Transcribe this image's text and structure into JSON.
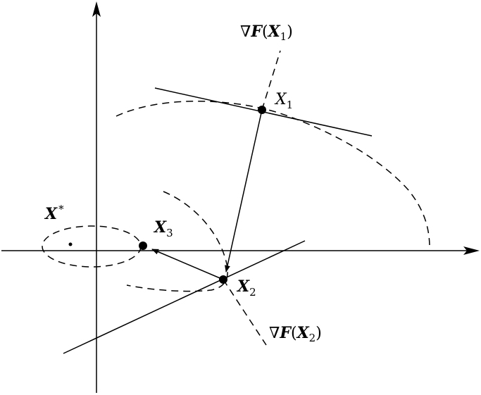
{
  "labels": {
    "grad_x1": {
      "nabla": "∇",
      "f": "F",
      "open": "(",
      "x": "X",
      "sub": "1",
      "close": ")"
    },
    "grad_x2": {
      "nabla": "∇",
      "f": "F",
      "open": "(",
      "x": "X",
      "sub": "2",
      "close": ")"
    },
    "x1": {
      "x": "X",
      "sub": "1"
    },
    "x2": {
      "x": "X",
      "sub": "2"
    },
    "x3": {
      "x": "X",
      "sub": "3"
    },
    "xstar": {
      "x": "X",
      "sup": "*"
    }
  },
  "colors": {
    "ink": "#000000",
    "background": "#ffffff"
  }
}
